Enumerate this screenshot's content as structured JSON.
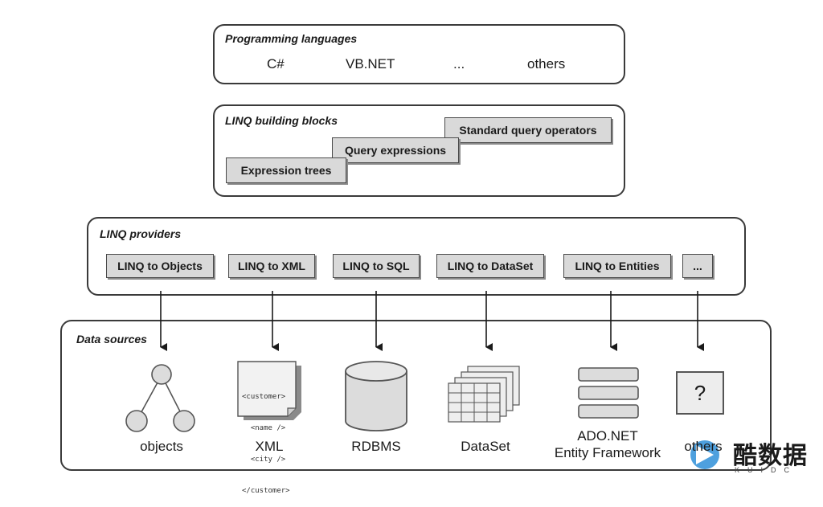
{
  "programming_languages": {
    "title": "Programming languages",
    "items": [
      "C#",
      "VB.NET",
      "...",
      "others"
    ]
  },
  "building_blocks": {
    "title": "LINQ building blocks",
    "items": [
      "Standard query operators",
      "Query expressions",
      "Expression trees"
    ]
  },
  "providers": {
    "title": "LINQ providers",
    "items": [
      "LINQ to Objects",
      "LINQ to XML",
      "LINQ to SQL",
      "LINQ to DataSet",
      "LINQ to Entities",
      "..."
    ]
  },
  "data_sources": {
    "title": "Data sources",
    "items": [
      {
        "label": "objects",
        "icon": "tree-icon"
      },
      {
        "label": "XML",
        "icon": "xml-document-icon",
        "doc_lines": [
          "<customer>",
          "  <name />",
          "  <city />",
          "</customer>"
        ]
      },
      {
        "label": "RDBMS",
        "icon": "database-cylinder-icon"
      },
      {
        "label": "DataSet",
        "icon": "stacked-tables-icon"
      },
      {
        "label": "ADO.NET",
        "label2": "Entity Framework",
        "icon": "stacked-bars-icon"
      },
      {
        "label": "others",
        "icon": "question-box-icon",
        "symbol": "?"
      }
    ]
  },
  "watermark": {
    "text": "酷数据",
    "sub": "KUIDC"
  },
  "colors": {
    "box_fill": "#d9d9d9",
    "border": "#3a3a3a",
    "accent_logo": "#2f8fd8"
  }
}
